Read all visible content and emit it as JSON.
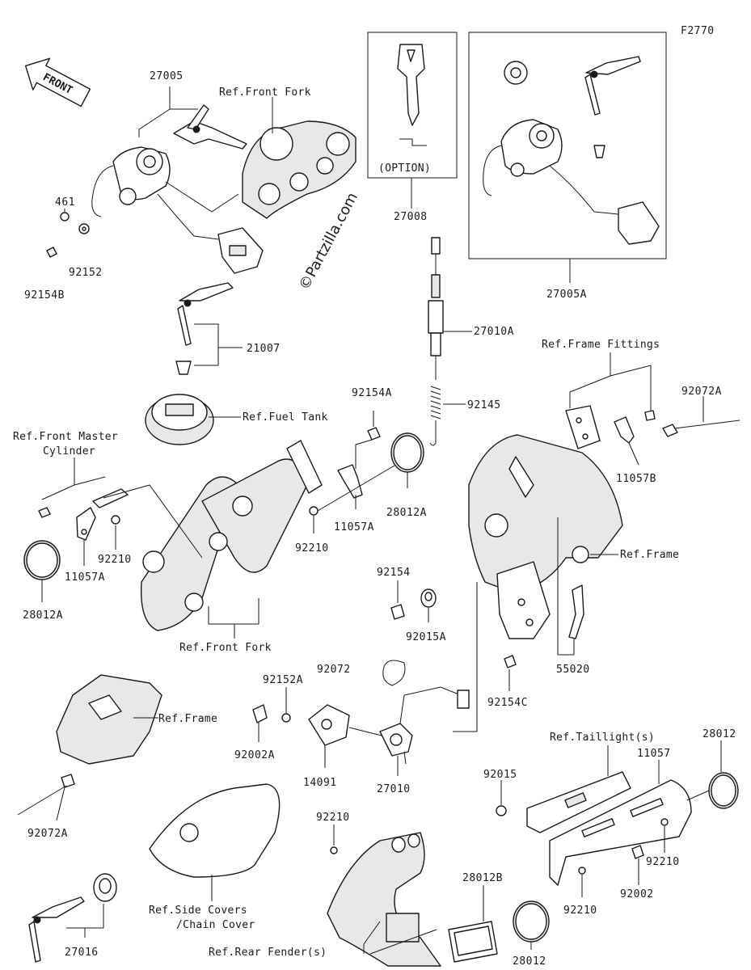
{
  "figure_code": "F2770",
  "watermark": "©Partzilla.com",
  "direction_arrow": "FRONT",
  "option_label": "(OPTION)",
  "labels": {
    "p27005": "27005",
    "ref_front_fork_top": "Ref.Front Fork",
    "p461": "461",
    "p92152": "92152",
    "p92154B": "92154B",
    "p27008": "27008",
    "p27005A": "27005A",
    "p27010A": "27010A",
    "p21007": "21007",
    "ref_fuel_tank": "Ref.Fuel Tank",
    "p92154A": "92154A",
    "p92145": "92145",
    "ref_frame_fittings": "Ref.Frame Fittings",
    "p92072A_top": "92072A",
    "ref_front_master_1": "Ref.Front Master",
    "ref_front_master_2": "Cylinder",
    "p28012A_mid": "28012A",
    "p11057B": "11057B",
    "p92210_left": "92210",
    "p11057A_mid": "11057A",
    "p92210_mid": "92210",
    "p11057A_left": "11057A",
    "p28012A_left": "28012A",
    "ref_frame_right": "Ref.Frame",
    "p92154": "92154",
    "p92015A": "92015A",
    "ref_front_fork_bottom": "Ref.Front Fork",
    "p55020": "55020",
    "p92152A": "92152A",
    "p92072": "92072",
    "p92154C": "92154C",
    "ref_frame_left": "Ref.Frame",
    "p92002A": "92002A",
    "p14091": "14091",
    "p27010": "27010",
    "ref_taillight": "Ref.Taillight(s)",
    "p28012_top": "28012",
    "p11057": "11057",
    "p92015": "92015",
    "p92072A_bottom": "92072A",
    "p92210_fender": "92210",
    "p92210_right": "92210",
    "p28012B": "28012B",
    "p92002": "92002",
    "p92210_bottom": "92210",
    "ref_side_covers_1": "Ref.Side Covers",
    "ref_side_covers_2": "/Chain Cover",
    "p27016": "27016",
    "ref_rear_fender": "Ref.Rear Fender(s)",
    "p28012_bottom": "28012"
  }
}
